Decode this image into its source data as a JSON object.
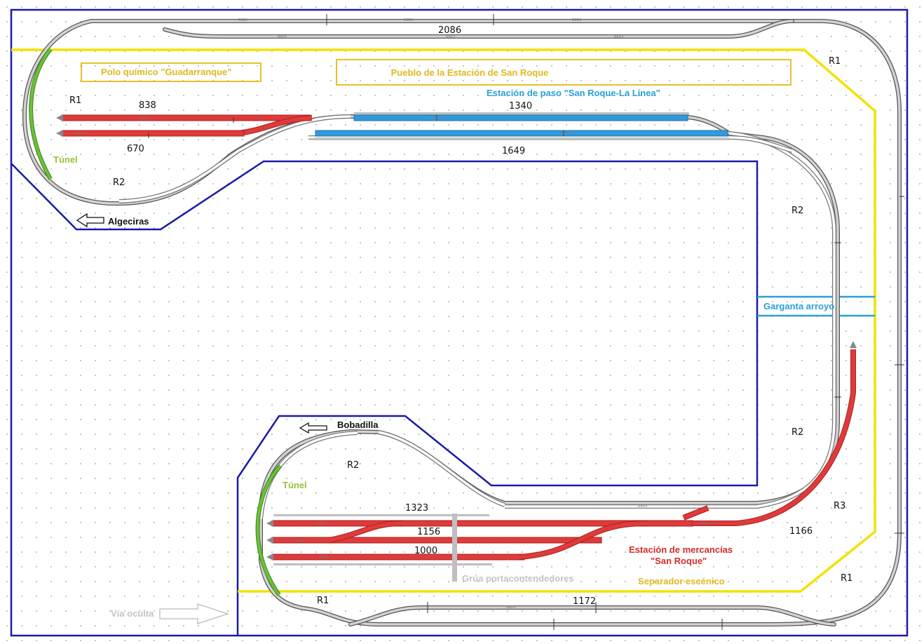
{
  "colors": {
    "board_border": "#1a1aa8",
    "scenic_separator": "#f2e200",
    "tunnel": "#6cc23a",
    "passing_tracks": "#3399dd",
    "freight_tracks": "#e03a3a",
    "main_track_fill": "#cfcfcf",
    "crane": "#bfbfbf",
    "box_outline": "#e8c02a",
    "title_yellow": "#e0b820",
    "title_cyan": "#2aa0d6",
    "title_red": "#d62a2a",
    "title_green": "#99c23a"
  },
  "labels": {
    "chem_pole": "Polo químico \"Guadarranque\"",
    "town": "Pueblo de la Estación de San Roque",
    "passing_station": "Estación de paso  \"San Roque-La Línea\"",
    "tunnel_top": "Túnel",
    "tunnel_bottom": "Túnel",
    "algeciras": "Algeciras",
    "bobadilla": "Bobadilla",
    "gorge": "Garganta arroyo",
    "freight_station_1": "Estación de mercancías",
    "freight_station_2": "\"San Roque\"",
    "crane": "Grúa portacontendedores",
    "scenic_separator": "Separador escénico",
    "hidden_track": "Vía oculta"
  },
  "radii": {
    "r1_top_left": "R1",
    "r2_top_left": "R2",
    "r1_top_right": "R1",
    "r2_right_upper": "R2",
    "r2_right_lower": "R2",
    "r2_bottom_loop": "R2",
    "r3": "R3",
    "r1_bottom_right": "R1",
    "r1_bottom_left": "R1"
  },
  "lengths": {
    "top_main": "2086",
    "siding_838": "838",
    "siding_670": "670",
    "passing_1340": "1340",
    "passing_1649": "1649",
    "freight_1323": "1323",
    "freight_1156": "1156",
    "freight_1000": "1000",
    "freight_1166": "1166",
    "bottom_main": "1172"
  },
  "track_codes": {
    "piece": "R603",
    "piece_alt": "R600"
  }
}
